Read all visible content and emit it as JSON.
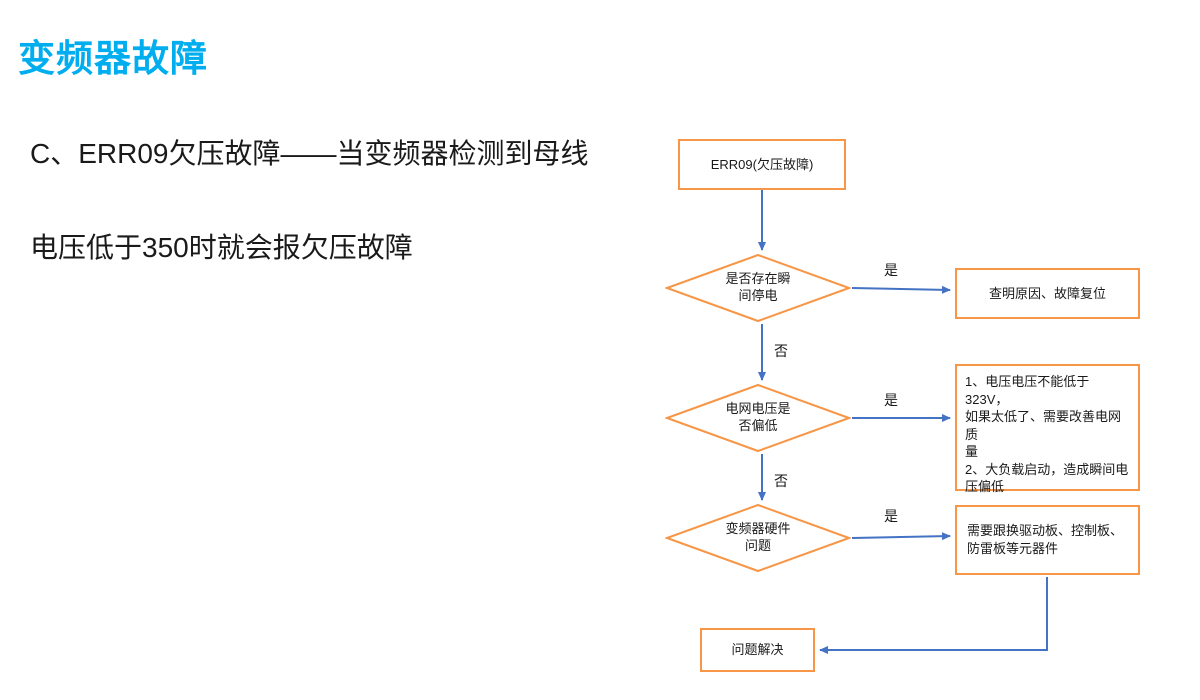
{
  "page": {
    "title": "变频器故障",
    "description_line1": "C、ERR09欠压故障——当变频器检测到母线",
    "description_line2": "电压低于350时就会报欠压故障"
  },
  "colors": {
    "title": "#00AEEF",
    "node_border": "#F79646",
    "connector": "#4472C4",
    "text": "#1a1a1a"
  },
  "flowchart": {
    "yes": "是",
    "no": "否",
    "start_label": "ERR09(欠压故障)",
    "decision1_label": "是否存在瞬\n间停电",
    "result1_label": "查明原因、故障复位",
    "decision2_label": "电网电压是\n否偏低",
    "result2_label": "1、电压电压不能低于323V，\n如果太低了、需要改善电网质\n量\n2、大负载启动，造成瞬间电\n压偏低",
    "decision3_label": "变频器硬件\n问题",
    "result3_label": "需要跟换驱动板、控制板、\n防雷板等元器件",
    "end_label": "问题解决"
  }
}
